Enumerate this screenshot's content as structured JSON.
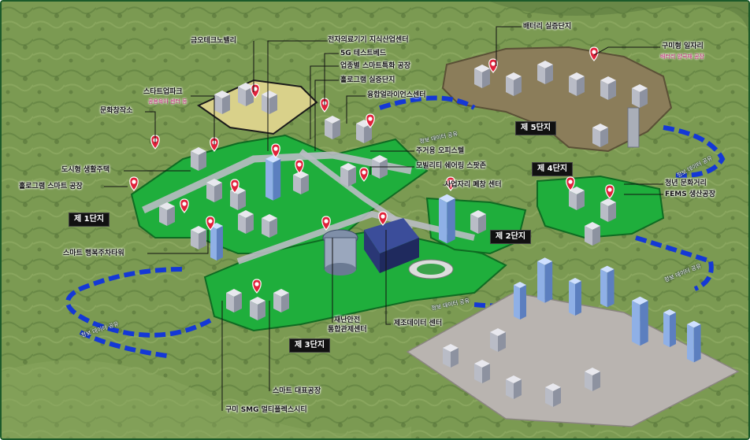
{
  "zones": {
    "zone1": "제 1단지",
    "zone2": "제 2단지",
    "zone3": "제 3단지",
    "zone4": "제 4단지",
    "zone5": "제 5단지"
  },
  "labels": {
    "gumi_technovalley": "금오테크노밸리",
    "medical_center": "전자의료기기 지식산업센터",
    "testbed_5g": "5G 테스트베드",
    "smart_factory": "업종별 스마트특화 공장",
    "hologram_demo": "홀로그램 실증단지",
    "convergence_alliance": "융합얼라이언스센터",
    "startup_park": "스타트업파크",
    "startup_park_sub": "공용육아 센터 등",
    "culture_center": "문화창작소",
    "urban_housing": "도시형 생활주택",
    "hologram_factory": "홀로그램 스마트 공장",
    "residential_office": "주거용 오피스텔",
    "mobility_sharing": "모빌리티 쉐어링 스팟존",
    "battery_demo": "배터리 실증단지",
    "gumi_jobs": "구미형 일자리",
    "gumi_jobs_sub": "배터리 양극재 공장",
    "sewage_treatment": "사업자리 폐창 센터",
    "youth_street": "청년 문화거리",
    "fems_factory": "FEMS 생산공장",
    "smart_parking": "스마트 행복주차타워",
    "disaster_center": "재난안전",
    "disaster_center_2": "통합관제센터",
    "manufacturing_data": "제조데이터 센터",
    "smart_demo_factory": "스마트 대표공장",
    "gumi_smg": "구미 SMG 멀티플렉스시티"
  },
  "flow_label": "정보 데이터 공유",
  "colors": {
    "zone_green": "#1fae3c",
    "zone_edge": "#0f6b22",
    "pin_red": "#e0213a",
    "flow_blue": "#1438d6",
    "zone_tag": "#111111"
  }
}
